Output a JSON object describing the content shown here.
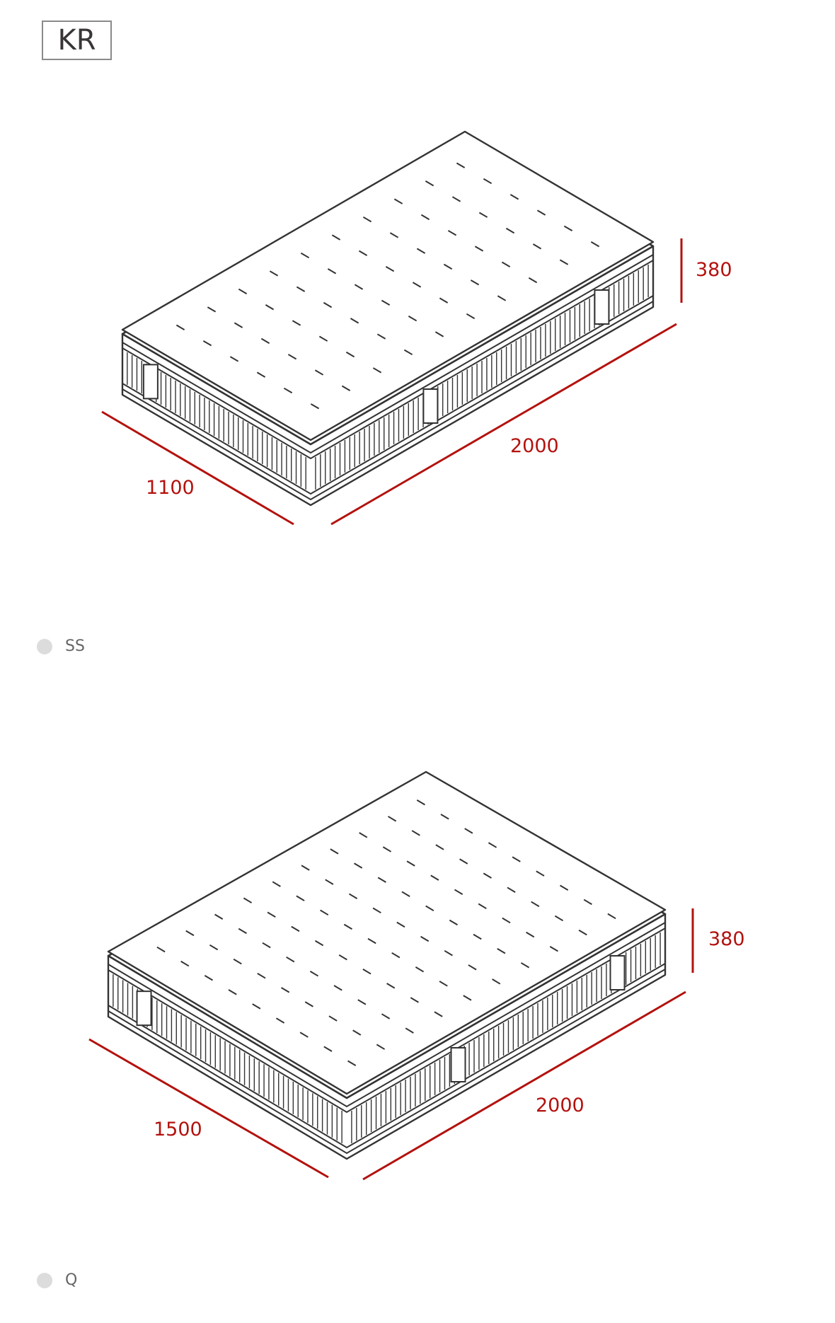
{
  "region": "KR",
  "colors": {
    "line": "#333333",
    "dimension": "#b3120e",
    "dot": "#dcdcdc"
  },
  "mattresses": [
    {
      "size_label": "SS",
      "width": "1100",
      "length": "2000",
      "height": "380"
    },
    {
      "size_label": "Q",
      "width": "1500",
      "length": "2000",
      "height": "380"
    }
  ]
}
